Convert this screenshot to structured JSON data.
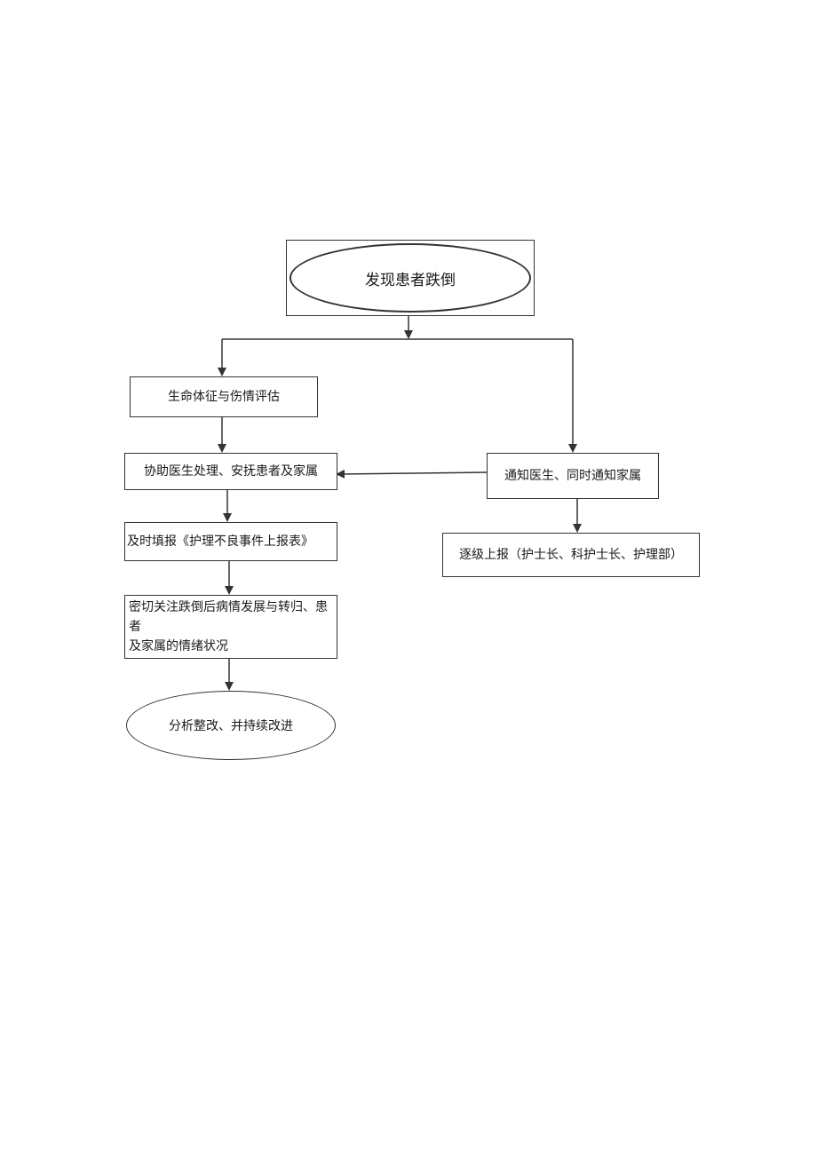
{
  "flowchart": {
    "start": "发现患者跌倒",
    "assess": "生命体征与伤情评估",
    "assist": "协助医生处理、安抚患者及家属",
    "report_form": "及时填报《护理不良事件上报表》",
    "monitor": "密切关注跌倒后病情发展与转归、患者\n及家属的情绪状况",
    "end": "分析整改、并持续改进",
    "notify": "通知医生、同时通知家属",
    "escalate": "逐级上报（护士长、科护士长、护理部）"
  }
}
